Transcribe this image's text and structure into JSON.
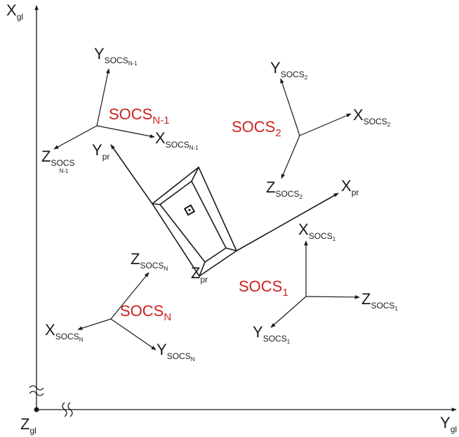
{
  "colors": {
    "axis": "#1a1a1a",
    "frame_label": "#cc2222"
  },
  "global_axes": {
    "x": {
      "base": "X",
      "sub": "gl"
    },
    "y": {
      "base": "Y",
      "sub": "gl"
    },
    "z": {
      "base": "Z",
      "sub": "gl"
    }
  },
  "probe_axes": {
    "x": {
      "base": "X",
      "sub": "pr"
    },
    "y": {
      "base": "Y",
      "sub": "pr"
    },
    "z": {
      "base": "Z",
      "sub": "pr"
    }
  },
  "frames": {
    "socs_n1": {
      "name": {
        "base": "SOCS",
        "sub": "N-1"
      },
      "x": {
        "base": "X",
        "sub": "SOCS",
        "subsub": "N-1"
      },
      "y": {
        "base": "Y",
        "sub": "SOCS",
        "subsub": "N-1"
      },
      "z": {
        "base": "Z",
        "sub": "SOCS",
        "subsub": "N-1"
      }
    },
    "socs_2": {
      "name": {
        "base": "SOCS",
        "sub": "2"
      },
      "x": {
        "base": "X",
        "sub": "SOCS",
        "subsub": "2"
      },
      "y": {
        "base": "Y",
        "sub": "SOCS",
        "subsub": "2"
      },
      "z": {
        "base": "Z",
        "sub": "SOCS",
        "subsub": "2"
      }
    },
    "socs_1": {
      "name": {
        "base": "SOCS",
        "sub": "1"
      },
      "x": {
        "base": "X",
        "sub": "SOCS",
        "subsub": "1"
      },
      "y": {
        "base": "Y",
        "sub": "SOCS",
        "subsub": "1"
      },
      "z": {
        "base": "Z",
        "sub": "SOCS",
        "subsub": "1"
      }
    },
    "socs_n": {
      "name": {
        "base": "SOCS",
        "sub": "N"
      },
      "x": {
        "base": "X",
        "sub": "SOCS",
        "subsub": "N"
      },
      "y": {
        "base": "Y",
        "sub": "SOCS",
        "subsub": "N"
      },
      "z": {
        "base": "Z",
        "sub": "SOCS",
        "subsub": "N"
      }
    }
  }
}
